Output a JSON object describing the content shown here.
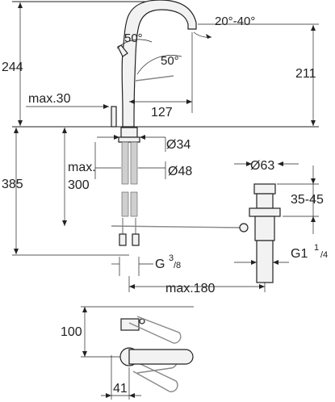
{
  "diagram": {
    "side_view": {
      "angle_spout_rotation": "20°-40°",
      "angle_lever_up": "50°",
      "angle_lever_side": "50°",
      "dim_total_height_above_deck": "244",
      "dim_spout_height": "211",
      "dim_max_deck_thickness": "max.30",
      "dim_spout_reach": "127",
      "dim_shank_diameter": "Ø34",
      "dim_base_diameter": "Ø48",
      "dim_max_label": "max.",
      "dim_max_300": "300",
      "dim_below_deck": "385",
      "dim_connection_thread_main": "G",
      "dim_connection_thread_sup": "3",
      "dim_connection_thread_sub": "/8"
    },
    "drain_view": {
      "dim_drain_diameter": "Ø63",
      "dim_drain_height": "35-45",
      "dim_drain_thread_main": "G1",
      "dim_drain_thread_sup": "1",
      "dim_drain_thread_sub": "/4",
      "dim_max_180": "max.180"
    },
    "top_view": {
      "dim_depth": "100",
      "dim_offset": "41"
    }
  }
}
